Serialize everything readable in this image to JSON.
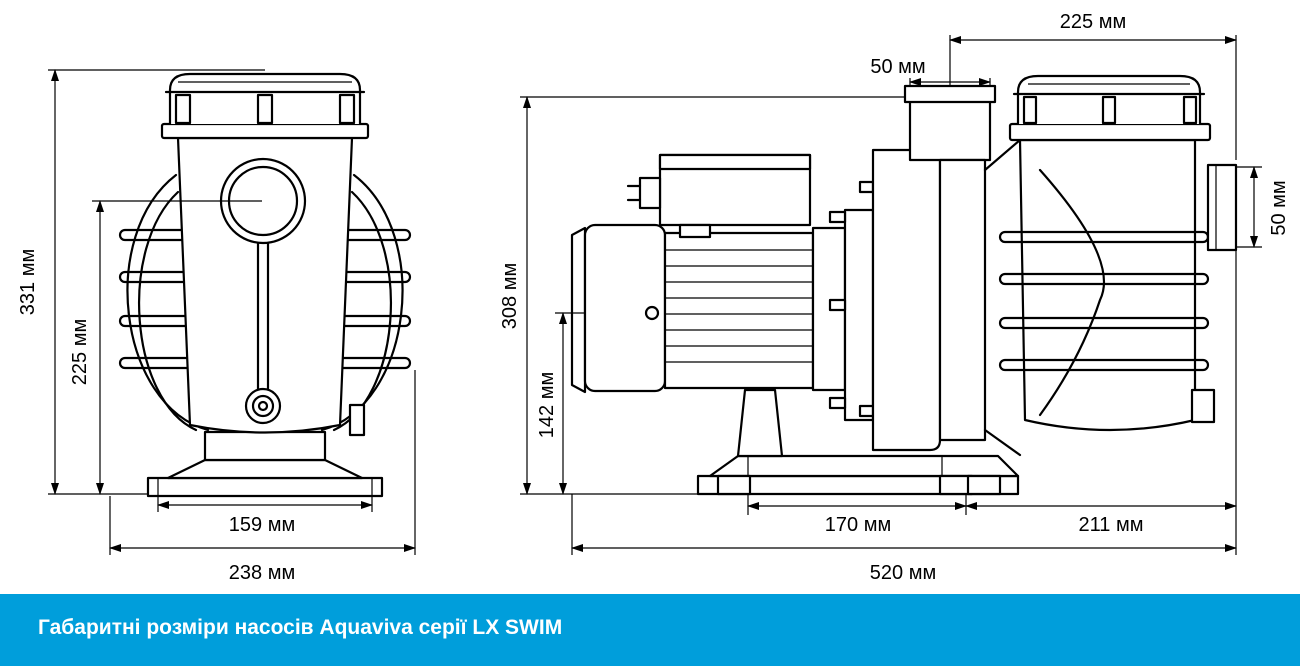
{
  "colors": {
    "footer_bg": "#009edb",
    "footer_text": "#ffffff",
    "line": "#000000"
  },
  "dimensions": {
    "front_height_total": "331 мм",
    "front_height_axis": "225 мм",
    "front_base_bolts": "159 мм",
    "front_width": "238 мм",
    "side_outlet_offset": "225 мм",
    "side_outlet_diameter": "50 мм",
    "side_inlet_diameter": "50 мм",
    "side_height": "308 мм",
    "side_axis_height": "142 мм",
    "side_base_bolts": "170 мм",
    "side_base_to_inlet": "211 мм",
    "side_length": "520 мм"
  },
  "footer": {
    "caption": "Габаритні розміри насосів Aquaviva серії LX SWIM"
  }
}
